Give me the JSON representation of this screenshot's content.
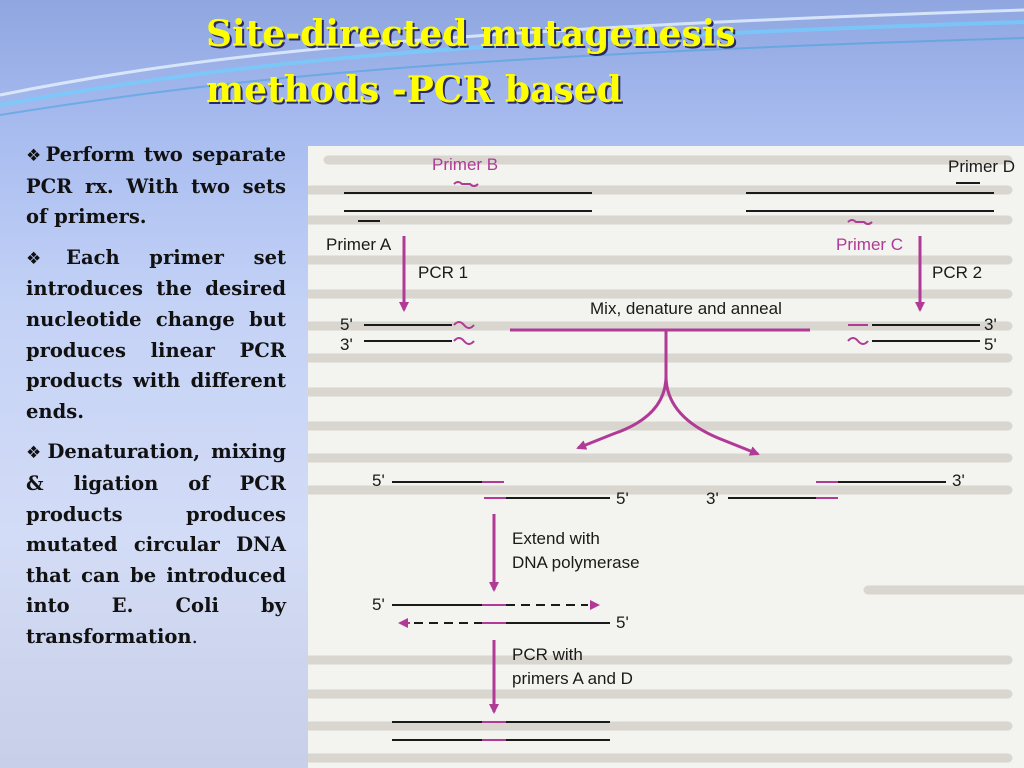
{
  "slide": {
    "title_line1": "Site-directed mutagenesis",
    "title_line2": "methods -PCR based",
    "bullets": [
      {
        "icon": "diamond-bullet-icon",
        "text": "Perform two separate PCR rx. With two sets of primers."
      },
      {
        "icon": "diamond-bullet-icon",
        "text": "Each primer set introduces the desired nucleotide change but produces linear PCR products with different ends."
      },
      {
        "icon": "diamond-bullet-icon",
        "text": "Denaturation, mixing & ligation of PCR products produces mutated circular DNA that can be introduced into E. Coli by transformation",
        "trailing": "."
      }
    ]
  },
  "diagram": {
    "primer_b": "Primer B",
    "primer_d": "Primer D",
    "primer_a": "Primer A",
    "primer_c": "Primer C",
    "pcr1": "PCR 1",
    "pcr2": "PCR 2",
    "mix": "Mix, denature and anneal",
    "five_prime": "5'",
    "three_prime": "3'",
    "extend_line1": "Extend with",
    "extend_line2": "DNA polymerase",
    "pcr_primers_line1": "PCR with",
    "pcr_primers_line2": "primers A and D",
    "colors": {
      "mutation": "#b03a96",
      "dna": "#1a1a1a",
      "title": "#ffff00"
    }
  }
}
